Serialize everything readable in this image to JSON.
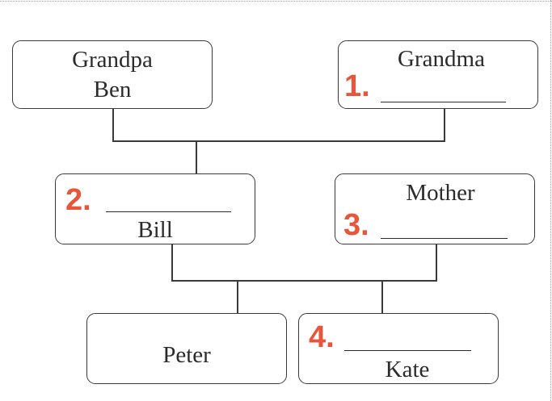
{
  "nodes": {
    "grandpa": {
      "line1": "Grandpa",
      "line2": "Ben"
    },
    "grandma": {
      "name": "Grandma",
      "blank_number": "1."
    },
    "father": {
      "blank_number": "2.",
      "name": "Bill"
    },
    "mother": {
      "name": "Mother",
      "blank_number": "3."
    },
    "peter": {
      "name": "Peter"
    },
    "kate": {
      "blank_number": "4.",
      "name": "Kate"
    }
  },
  "colors": {
    "number_accent": "#e8553a",
    "border": "#3a3a3a"
  }
}
